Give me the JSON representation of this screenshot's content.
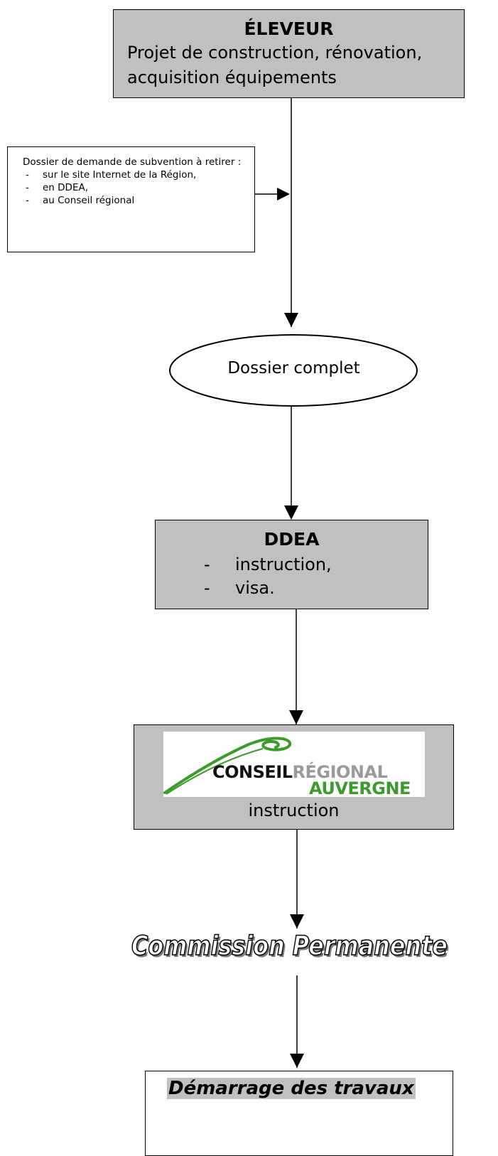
{
  "eleveur": {
    "title": "ÉLEVEUR",
    "line1": "Projet de construction, rénovation,",
    "line2": "acquisition équipements"
  },
  "note": {
    "intro": "Dossier de demande de subvention à retirer :",
    "items": [
      "sur le site Internet de la Région,",
      "en DDEA,",
      "au Conseil régional"
    ],
    "dash": "-"
  },
  "dossier": {
    "label": "Dossier complet"
  },
  "ddea": {
    "title": "DDEA",
    "items": [
      "instruction,",
      "visa."
    ],
    "dash": "-"
  },
  "conseil": {
    "logo_part1": "CONSEIL",
    "logo_part2": "RÉGIONAL",
    "logo_part3": "AUVERGNE",
    "sub": "instruction",
    "colors": {
      "green": "#3d9a2d",
      "gray": "#9a9a9a"
    }
  },
  "commission": {
    "label": "Commission Permanente"
  },
  "demarrage": {
    "label": "Démarrage des travaux"
  },
  "colors": {
    "box_fill": "#c0c0c0",
    "stroke": "#000000"
  }
}
